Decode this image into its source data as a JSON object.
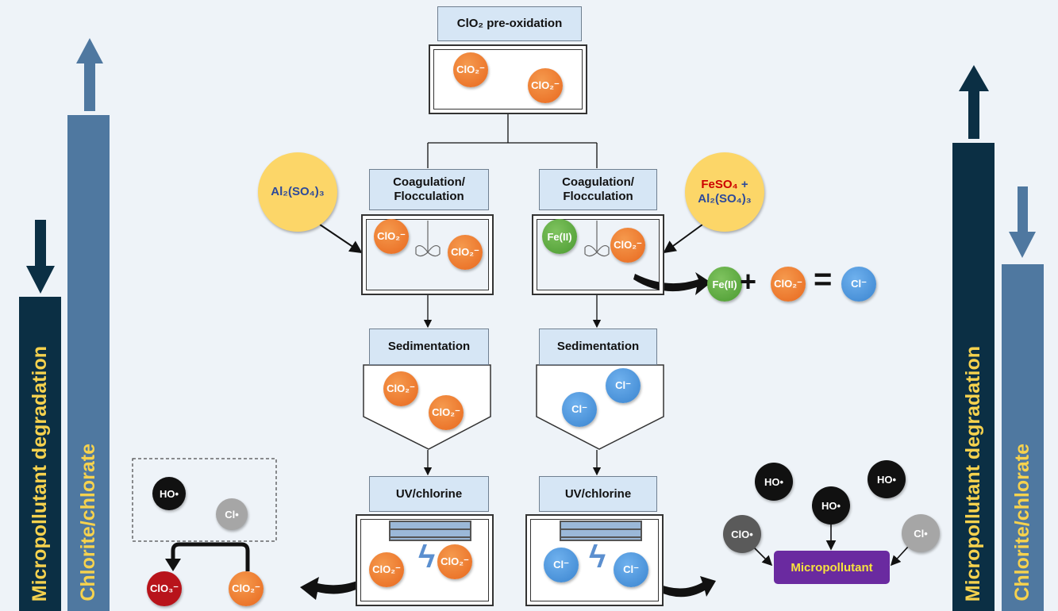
{
  "left_bars": {
    "degradation": "Micropollutant degradation",
    "byproducts": "Chlorite/chlorate",
    "degradation_trend": "down",
    "byproducts_trend": "up"
  },
  "right_bars": {
    "degradation": "Micropollutant degradation",
    "byproducts": "Chlorite/chlorate",
    "degradation_trend": "up",
    "byproducts_trend": "down"
  },
  "steps": {
    "pre": "ClO₂ pre-oxidation",
    "coag_left": "Coagulation/ Flocculation",
    "coag_right": "Coagulation/ Flocculation",
    "sed_left": "Sedimentation",
    "sed_right": "Sedimentation",
    "uv_left": "UV/chlorine",
    "uv_right": "UV/chlorine"
  },
  "coagulants": {
    "left": "Al₂(SO₄)₃",
    "right_fe": "FeSO₄",
    "right_plus": " +",
    "right_al": "Al₂(SO₄)₃"
  },
  "species": {
    "chlorite": "ClO₂⁻",
    "chloride": "Cl⁻",
    "fe2": "Fe(II)",
    "chlorate": "ClO₃⁻",
    "hydroxyl": "HO•",
    "chlorine_radical": "Cl•",
    "clo_radical": "ClO•",
    "micropollutant": "Micropollutant"
  },
  "reaction": {
    "plus": "+",
    "equals": "="
  },
  "colors": {
    "chlorite": "#e8681e",
    "chloride": "#3a84cf",
    "fe2": "#4a9a30",
    "chlorate": "#b8141b",
    "micropollutant": "#6a2aa0",
    "bar_dark": "#0b2f44",
    "bar_light": "#4f78a0",
    "text_bar": "#f6d24e"
  }
}
